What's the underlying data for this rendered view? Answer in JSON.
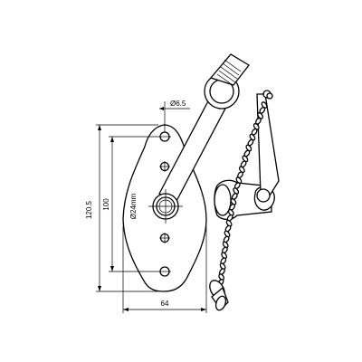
{
  "dimensions": {
    "hole_diameter": "Ø6.5",
    "center_diameter": "Ø24mm",
    "overall_height": "120.5",
    "hole_spacing": "100",
    "width": "64"
  }
}
